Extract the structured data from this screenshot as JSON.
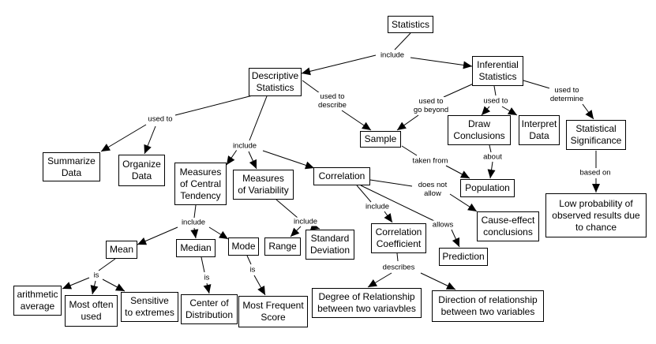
{
  "nodes": {
    "statistics": "Statistics",
    "descriptive_statistics": "Descriptive\nStatistics",
    "inferential_statistics": "Inferential\nStatistics",
    "summarize_data": "Summarize\nData",
    "organize_data": "Organize\nData",
    "measures_central_tendency": "Measures\nof Central\nTendency",
    "measures_variability": "Measures\nof Variability",
    "correlation": "Correlation",
    "sample": "Sample",
    "draw_conclusions": "Draw\nConclusions",
    "interpret_data": "Interpret\nData",
    "statistical_significance": "Statistical\nSignificance",
    "population": "Population",
    "low_probability": "Low probability of\nobserved results due\nto chance",
    "cause_effect": "Cause-effect\nconclusions",
    "correlation_coefficient": "Correlation\nCoefficient",
    "prediction": "Prediction",
    "mean": "Mean",
    "median": "Median",
    "mode": "Mode",
    "range": "Range",
    "standard_deviation": "Standard\nDeviation",
    "arithmetic_average": "arithmetic\naverage",
    "most_often_used": "Most often\nused",
    "sensitive_extremes": "Sensitive\nto extremes",
    "center_distribution": "Center of\nDistribution",
    "most_frequent_score": "Most Frequent\nScore",
    "degree_relationship": "Degree of Relationship\nbetween two variavbles",
    "direction_relationship": "Direction of relationship\nbetween two variables"
  },
  "labels": {
    "include_top": "include",
    "used_to_summ": "used to",
    "used_to_describe": "used to\ndescribe",
    "used_to_go_beyond": "used to\ngo beyond",
    "used_to_inf": "used to",
    "used_to_determine": "used to\ndetermine",
    "include_desc": "include",
    "taken_from": "taken from",
    "about": "about",
    "does_not_allow": "does not\nallow",
    "based_on": "based on",
    "include_mct": "include",
    "include_corr": "include",
    "allows": "allows",
    "include_var": "include",
    "is_mean": "is",
    "is_median": "is",
    "is_mode": "is",
    "describes": "describes"
  }
}
